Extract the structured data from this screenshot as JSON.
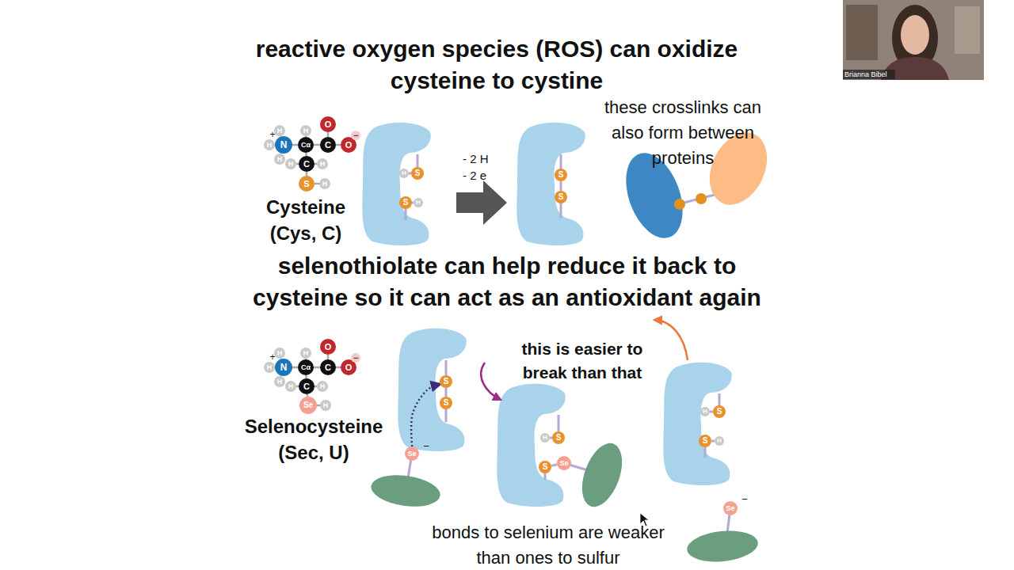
{
  "diagram": {
    "title": "reactive oxygen species (ROS) can oxidize cysteine to cystine",
    "nodes": [
      {
        "text": [
          "H"
        ]
      },
      {
        "text": [
          "H"
        ]
      },
      {
        "text": [
          "H"
        ]
      },
      {
        "text": [
          "N"
        ]
      },
      {
        "text": [
          "Cα"
        ]
      },
      {
        "text": [
          "H"
        ]
      },
      {
        "text": [
          "C"
        ]
      },
      {
        "text": [
          "O"
        ]
      },
      {
        "text": [
          "O"
        ]
      },
      {
        "text": [
          "C"
        ]
      },
      {
        "text": [
          "H"
        ]
      },
      {
        "text": [
          "H"
        ]
      },
      {
        "text": [
          "S"
        ]
      },
      {
        "text": [
          "H"
        ]
      },
      {
        "text": [
          "H"
        ]
      },
      {
        "text": [
          "S"
        ]
      },
      {
        "text": [
          "S"
        ]
      },
      {
        "text": [
          "H"
        ]
      },
      {
        "text": [
          "S"
        ]
      },
      {
        "text": [
          "S"
        ]
      },
      {
        "text": [
          "H"
        ]
      },
      {
        "text": [
          "H"
        ]
      },
      {
        "text": [
          "H"
        ]
      },
      {
        "text": [
          "N"
        ]
      },
      {
        "text": [
          "Cα"
        ]
      },
      {
        "text": [
          "H"
        ]
      },
      {
        "text": [
          "C"
        ]
      },
      {
        "text": [
          "O"
        ]
      },
      {
        "text": [
          "O"
        ]
      },
      {
        "text": [
          "C"
        ]
      },
      {
        "text": [
          "H"
        ]
      },
      {
        "text": [
          "H"
        ]
      },
      {
        "text": [
          "Se"
        ]
      },
      {
        "text": [
          "H"
        ]
      },
      {
        "text": [
          "S"
        ]
      },
      {
        "text": [
          "S"
        ]
      },
      {
        "text": [
          "Se"
        ]
      },
      {
        "text": [
          "H"
        ]
      },
      {
        "text": [
          "S"
        ]
      },
      {
        "text": [
          "S"
        ]
      },
      {
        "text": [
          "Se"
        ]
      },
      {
        "text": [
          "H"
        ]
      },
      {
        "text": [
          "S"
        ]
      },
      {
        "text": [
          "S"
        ]
      },
      {
        "text": [
          "H"
        ]
      },
      {
        "text": [
          "Se"
        ]
      }
    ],
    "edges": [
      {
        "from": 0,
        "to": 3,
        "arrow": "none"
      },
      {
        "from": 1,
        "to": 3,
        "arrow": "none"
      },
      {
        "from": 2,
        "to": 3,
        "arrow": "none"
      },
      {
        "from": 3,
        "to": 4,
        "arrow": "none"
      },
      {
        "from": 4,
        "to": 5,
        "arrow": "none"
      },
      {
        "from": 4,
        "to": 6,
        "arrow": "none"
      },
      {
        "from": 6,
        "to": 7,
        "arrow": "none"
      },
      {
        "from": 6,
        "to": 8,
        "arrow": "none"
      },
      {
        "from": 4,
        "to": 9,
        "arrow": "none"
      },
      {
        "from": 9,
        "to": 10,
        "arrow": "none"
      },
      {
        "from": 9,
        "to": 11,
        "arrow": "none"
      },
      {
        "from": 9,
        "to": 12,
        "arrow": "none"
      },
      {
        "from": 12,
        "to": 13,
        "arrow": "none"
      },
      {
        "from": 20,
        "to": 23,
        "arrow": "none"
      },
      {
        "from": 21,
        "to": 23,
        "arrow": "none"
      },
      {
        "from": 22,
        "to": 23,
        "arrow": "none"
      },
      {
        "from": 23,
        "to": 24,
        "arrow": "none"
      },
      {
        "from": 24,
        "to": 25,
        "arrow": "none"
      },
      {
        "from": 24,
        "to": 26,
        "arrow": "none"
      },
      {
        "from": 26,
        "to": 27,
        "arrow": "none"
      },
      {
        "from": 26,
        "to": 28,
        "arrow": "none"
      },
      {
        "from": 24,
        "to": 29,
        "arrow": "none"
      },
      {
        "from": 29,
        "to": 30,
        "arrow": "none"
      },
      {
        "from": 29,
        "to": 31,
        "arrow": "none"
      },
      {
        "from": 29,
        "to": 32,
        "arrow": "none"
      },
      {
        "from": 32,
        "to": 33,
        "arrow": "none"
      },
      {
        "from": 14,
        "to": 15,
        "arrow": "none"
      },
      {
        "from": 16,
        "to": 17,
        "arrow": "none"
      },
      {
        "from": 18,
        "to": 19,
        "arrow": "none"
      },
      {
        "from": 34,
        "to": 35,
        "arrow": "none"
      },
      {
        "from": 36,
        "to": 34,
        "arrow": "to"
      },
      {
        "from": 37,
        "to": 38,
        "arrow": "none"
      },
      {
        "from": 39,
        "to": 40,
        "arrow": "none"
      },
      {
        "from": 41,
        "to": 42,
        "arrow": "none"
      },
      {
        "from": 43,
        "to": 44,
        "arrow": "none"
      }
    ],
    "labels": [
      "these crosslinks can also form between proteins",
      "+",
      "−",
      "- 2 H",
      "- 2 e",
      "Cysteine (Cys, C)",
      "selenothiolate can help reduce it back to cysteine so it can act as an antioxidant again",
      "this is easier to break than that",
      "+",
      "−",
      "Selenocysteine (Sec, U)",
      "−",
      "−",
      "bonds to selenium are weaker than ones to sulfur",
      "Brianna Bibel"
    ]
  }
}
